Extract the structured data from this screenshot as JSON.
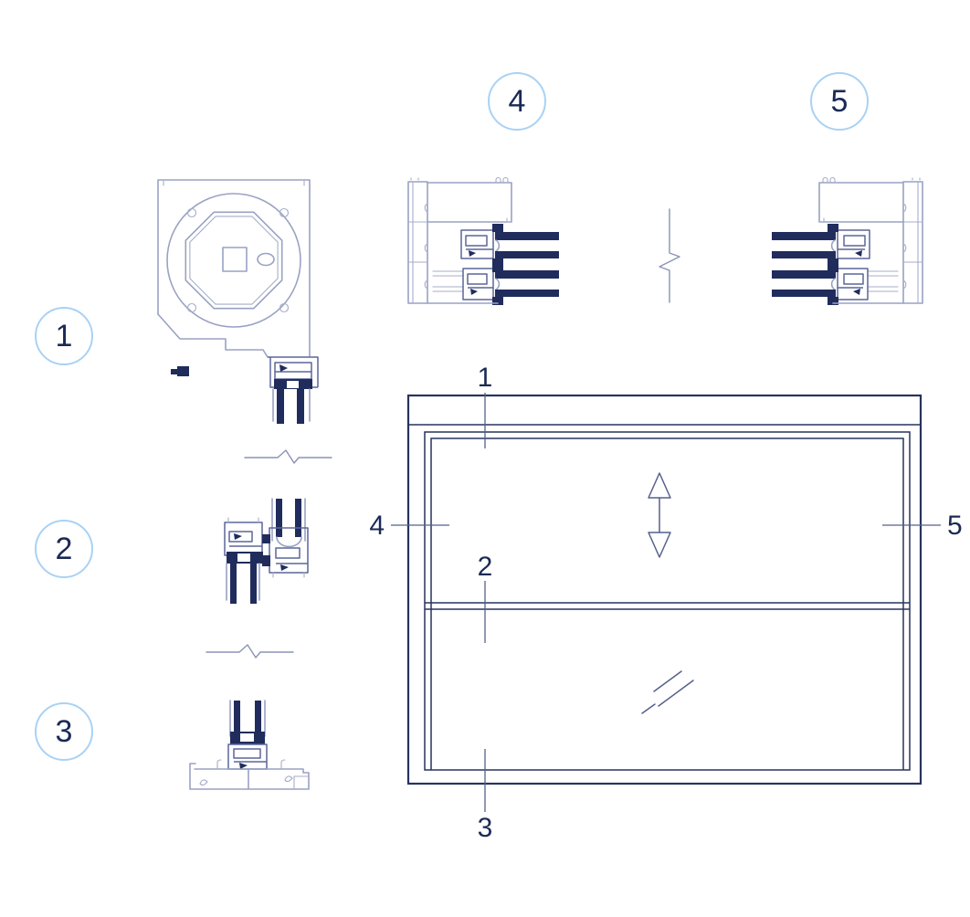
{
  "figure": {
    "type": "technical-drawing",
    "description": "Roller-shutter sliding window system: numbered cross-section details (1 head/shutter box, 2 meeting rail, 3 sill, 4 left jamb, 5 right jamb) and front elevation with section markers"
  },
  "colors": {
    "background": "#ffffff",
    "callout_ring": "#a9d2f4",
    "label_text": "#1b2a55",
    "line_light": "#99a2c3",
    "line_dark": "#202c5c",
    "marker_line": "#55608c"
  },
  "callouts": [
    {
      "label": "1"
    },
    {
      "label": "2"
    },
    {
      "label": "3"
    },
    {
      "label": "4"
    },
    {
      "label": "5"
    }
  ],
  "elevation": {
    "markers": {
      "top": "1",
      "middle": "2",
      "bottom": "3",
      "left": "4",
      "right": "5"
    }
  },
  "symbols": {
    "slide_direction_arrow": "double-headed vertical arrow (sash slides up/down)",
    "glass_hatch": "three diagonal lines (glazing)",
    "break_line": "zigzag break line"
  }
}
